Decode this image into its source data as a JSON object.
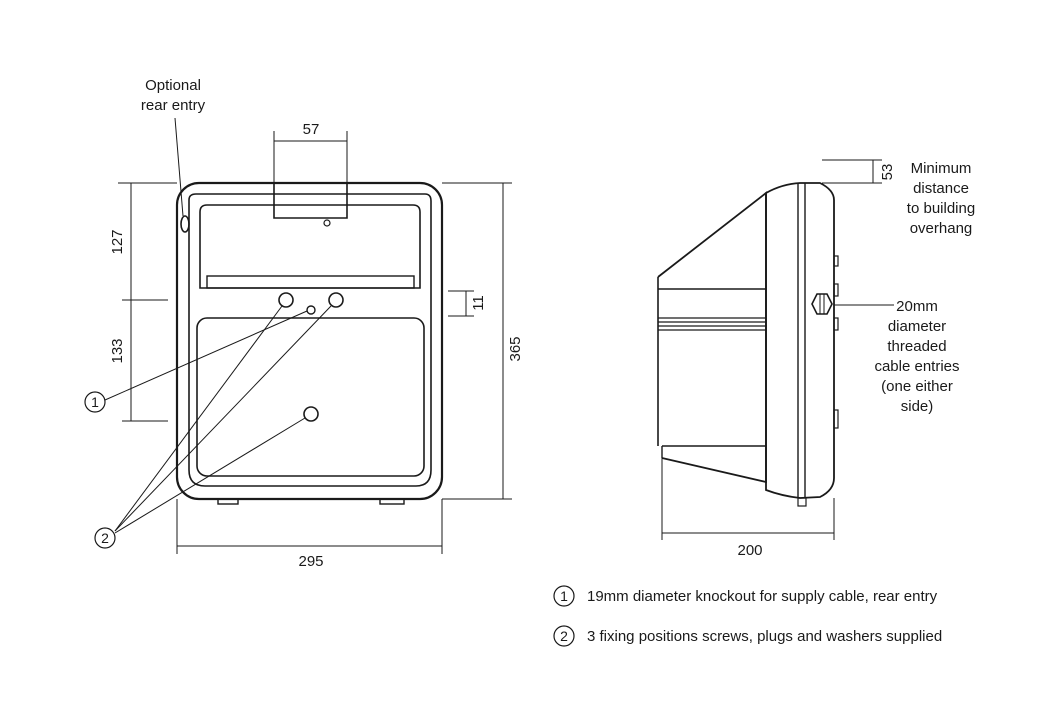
{
  "annotations": {
    "optional_rear_entry_line1": "Optional",
    "optional_rear_entry_line2": "rear entry",
    "min_distance": [
      "Minimum",
      "distance",
      "to building",
      "overhang"
    ],
    "cable_entries": [
      "20mm",
      "diameter",
      "threaded",
      "cable entries",
      "(one either",
      "side)"
    ]
  },
  "dimensions": {
    "top_width": "57",
    "upper_height": "127",
    "lower_height": "133",
    "total_height": "365",
    "small_gap": "11",
    "total_width": "295",
    "depth": "200",
    "overhang": "53"
  },
  "callouts": {
    "one": "1",
    "two": "2"
  },
  "legend": [
    {
      "number": "1",
      "text": "19mm diameter knockout for supply cable, rear entry"
    },
    {
      "number": "2",
      "text": "3 fixing positions screws, plugs and washers supplied"
    }
  ]
}
